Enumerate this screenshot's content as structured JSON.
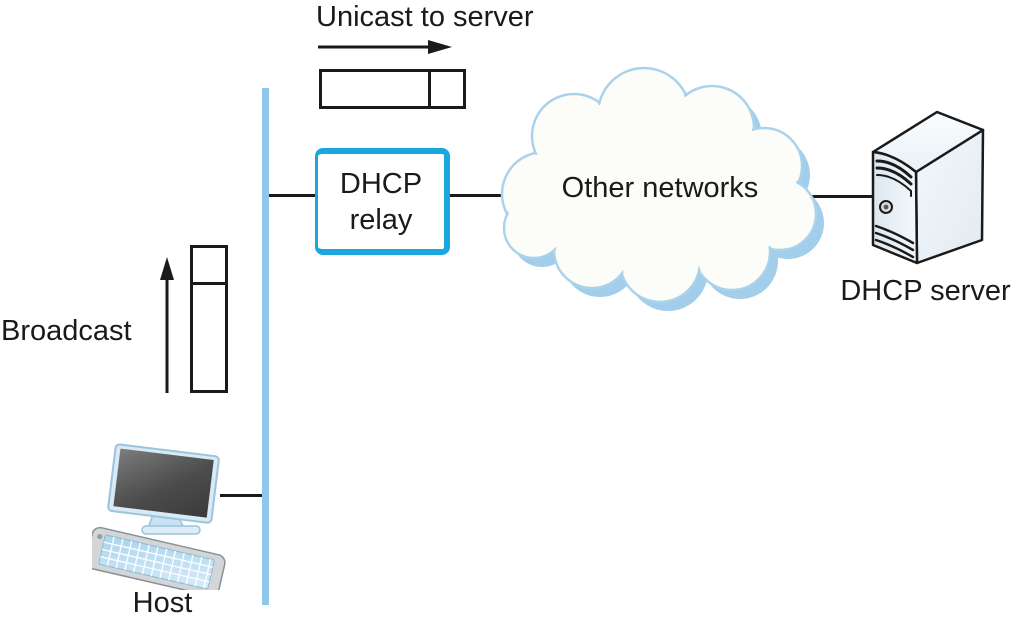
{
  "labels": {
    "unicast_caption": "Unicast to server",
    "broadcast_caption": "Broadcast",
    "relay_line1": "DHCP",
    "relay_line2": "relay",
    "cloud_label": "Other networks",
    "server_label": "DHCP server",
    "host_label": "Host"
  },
  "icons": {
    "unicast_arrow": "right-arrow-icon",
    "broadcast_arrow": "up-arrow-icon",
    "unicast_packet": "horizontal-packet-rectangle",
    "broadcast_packet": "vertical-packet-rectangle",
    "network_segment": "vertical-bus-line",
    "cloud": "network-cloud-icon",
    "server": "server-tower-icon",
    "host": "desktop-computer-icon"
  },
  "colors": {
    "relay_border": "#1BA7DE",
    "network_segment": "#8FC6E9",
    "cloud_outline": "#A9D3EC",
    "cloud_shadow": "#A2CEEB",
    "cloud_fill": "#FCFCF8",
    "connector_line": "#1A1A1A",
    "text": "#1A1A1A"
  }
}
